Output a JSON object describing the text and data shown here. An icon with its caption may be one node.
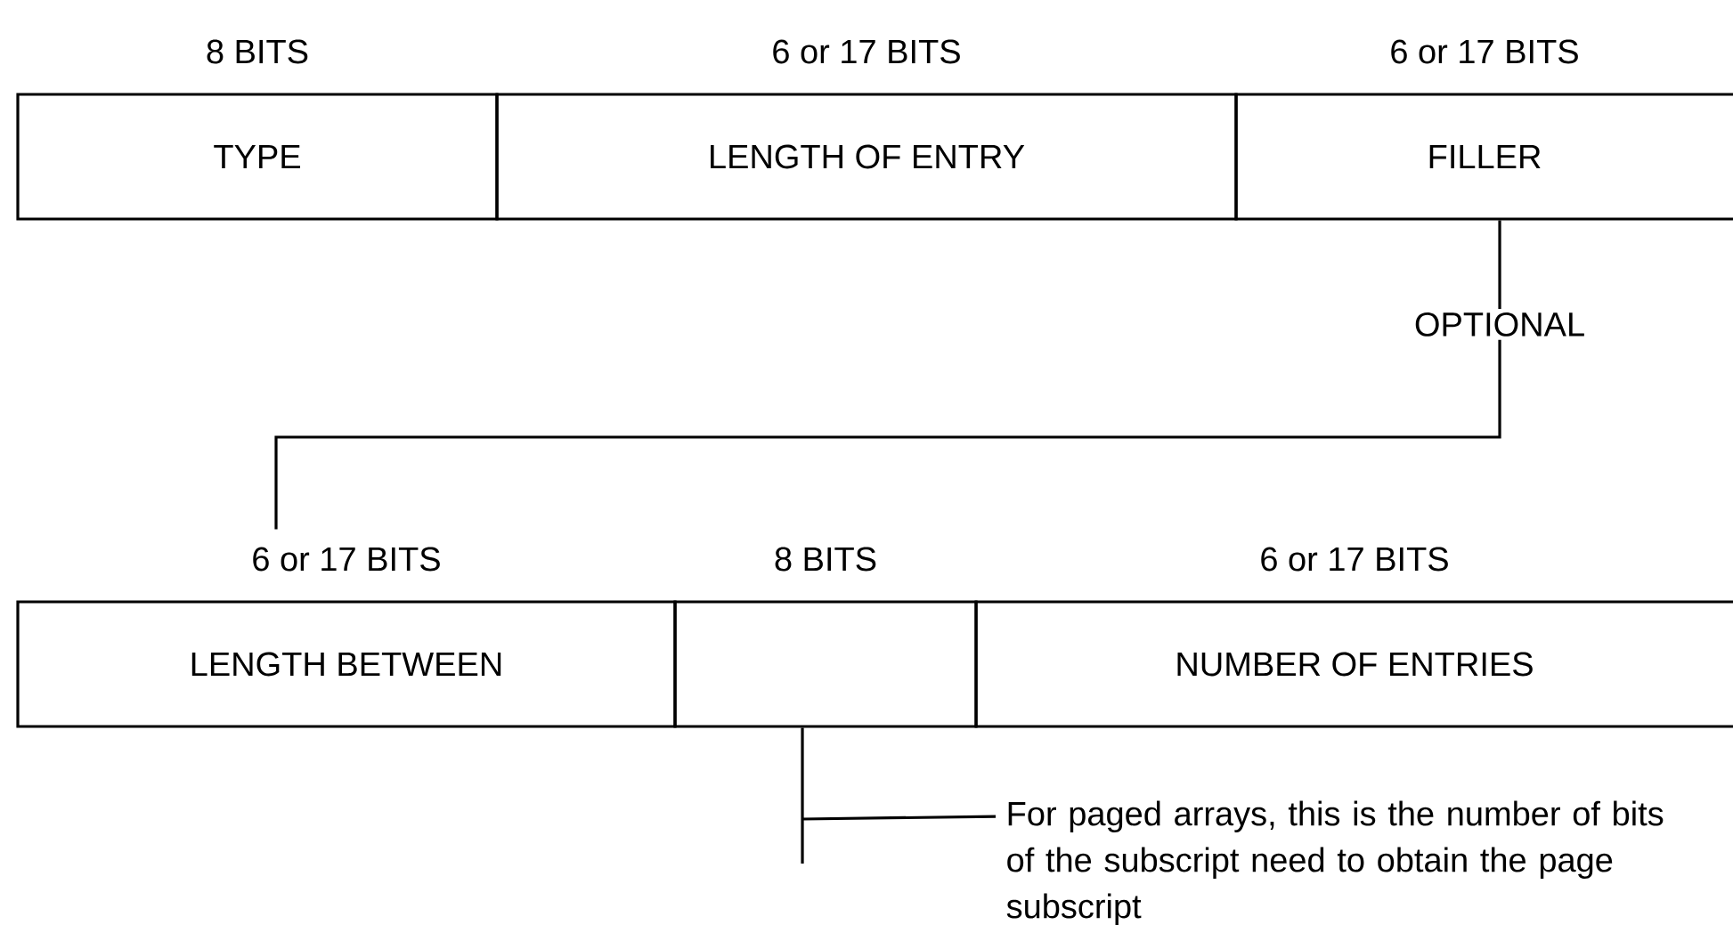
{
  "diagram": {
    "nodes": [
      {
        "text": [
          "TYPE"
        ],
        "beside": [
          "8 BITS"
        ]
      },
      {
        "text": [
          "LENGTH OF ENTRY"
        ],
        "beside": [
          "6 or 17 BITS"
        ]
      },
      {
        "text": [
          "FILLER"
        ],
        "beside": [
          "6 or 17 BITS"
        ]
      },
      {
        "text": [
          "LENGTH BETWEEN"
        ],
        "beside": [
          "6 or 17 BITS"
        ]
      },
      {
        "text": [],
        "shape": "box",
        "beside": [
          "8 BITS"
        ]
      },
      {
        "text": [
          "NUMBER OF ENTRIES"
        ],
        "beside": [
          "6 or 17 BITS"
        ]
      },
      {
        "text": [
          "For paged arrays, this is the number of bits of the subscript need to obtain the page subscript"
        ]
      }
    ],
    "edges": [
      {
        "from": 2,
        "to": 3,
        "arrow": "none",
        "label": "OPTIONAL"
      },
      {
        "from": 6,
        "to": 4,
        "arrow": "none"
      }
    ]
  }
}
